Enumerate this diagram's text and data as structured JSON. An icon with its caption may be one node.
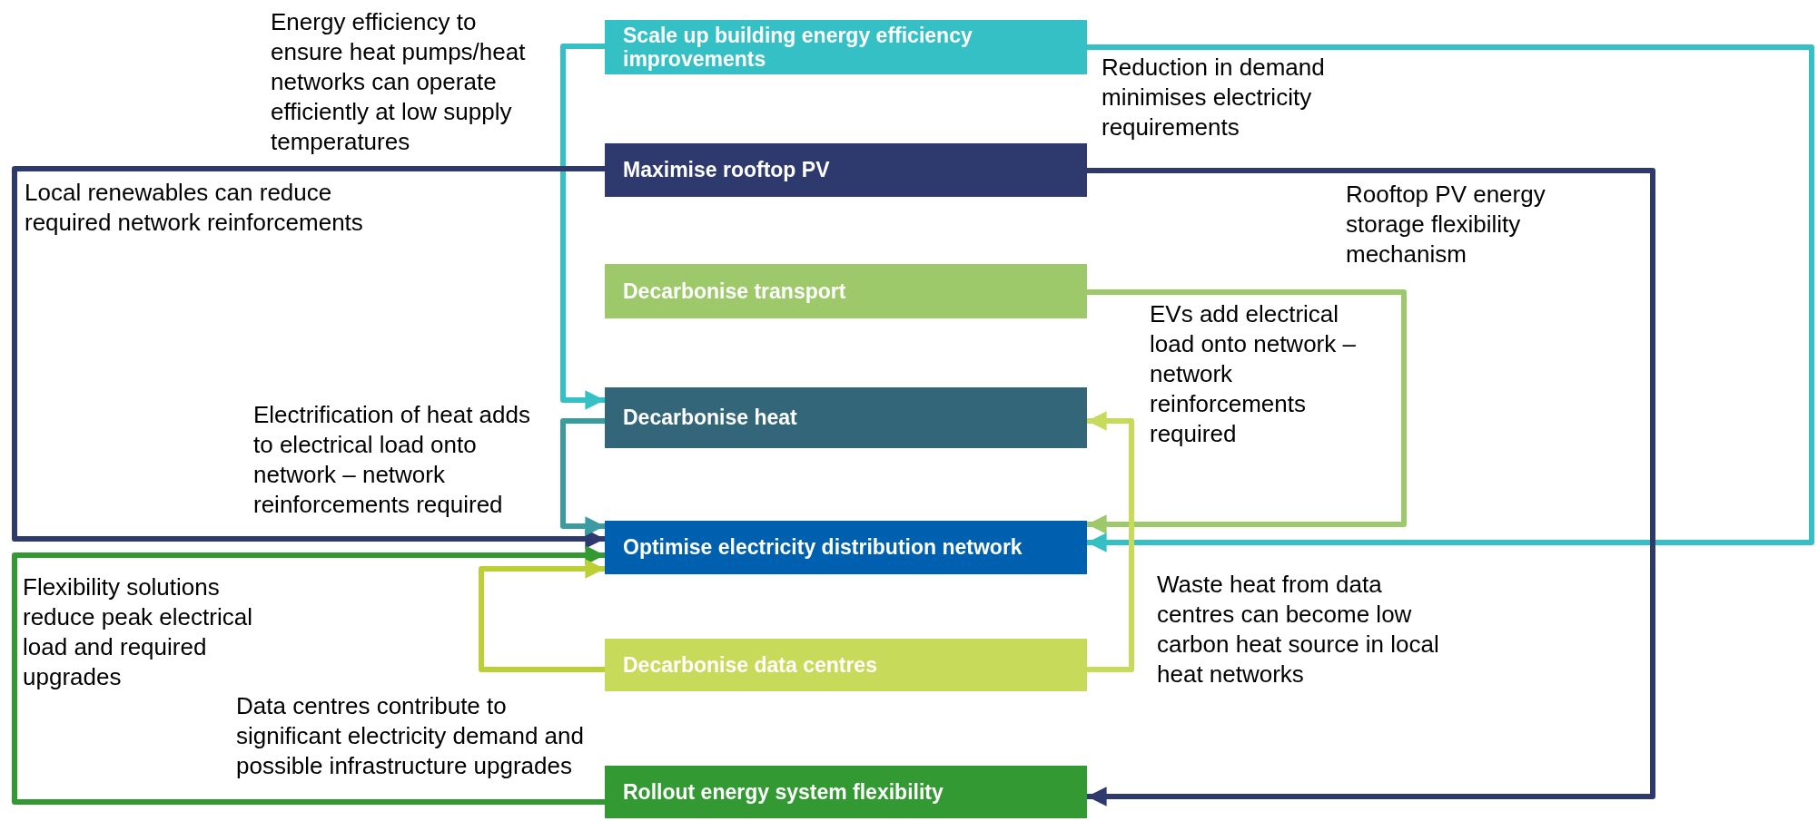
{
  "diagram": {
    "nodes": [
      {
        "text": [
          "Scale up building energy efficiency improvements"
        ]
      },
      {
        "text": [
          "Maximise rooftop PV"
        ]
      },
      {
        "text": [
          "Decarbonise transport"
        ]
      },
      {
        "text": [
          "Decarbonise heat"
        ]
      },
      {
        "text": [
          "Optimise electricity distribution network"
        ]
      },
      {
        "text": [
          "Decarbonise data centres"
        ]
      },
      {
        "text": [
          "Rollout energy system flexibility"
        ]
      }
    ],
    "edges": [
      {
        "from": 0,
        "to": 3,
        "arrow": "to",
        "color": "#35c0c6",
        "label": "Energy efficiency to ensure heat pumps/heat networks can operate efficiently at low supply temperatures"
      },
      {
        "from": 0,
        "to": 4,
        "arrow": "to",
        "color": "#35c0c6",
        "label": "Reduction in demand minimises electricity requirements"
      },
      {
        "from": 1,
        "to": 4,
        "arrow": "to",
        "color": "#2e3a6e",
        "label": "Local renewables can reduce required network reinforcements"
      },
      {
        "from": 1,
        "to": 6,
        "arrow": "to",
        "color": "#2e3a6e",
        "label": "Rooftop PV energy storage flexibility mechanism"
      },
      {
        "from": 2,
        "to": 4,
        "arrow": "to",
        "color": "#9dc96a",
        "label": "EVs add electrical load onto network – network reinforcements required"
      },
      {
        "from": 3,
        "to": 4,
        "arrow": "to",
        "color": "#3a9ca0",
        "label": "Electrification of heat adds to electrical load onto network – network reinforcements required"
      },
      {
        "from": 6,
        "to": 4,
        "arrow": "to",
        "color": "#339933",
        "label": "Flexibility solutions reduce peak electrical load and required upgrades"
      },
      {
        "from": 5,
        "to": 4,
        "arrow": "to",
        "color": "#bccf35",
        "label": "Data centres contribute to significant electricity demand and possible infrastructure upgrades"
      },
      {
        "from": 5,
        "to": 3,
        "arrow": "to",
        "color": "#c8da5a",
        "label": "Waste heat from data centres can become low carbon heat source in local heat networks"
      }
    ]
  }
}
